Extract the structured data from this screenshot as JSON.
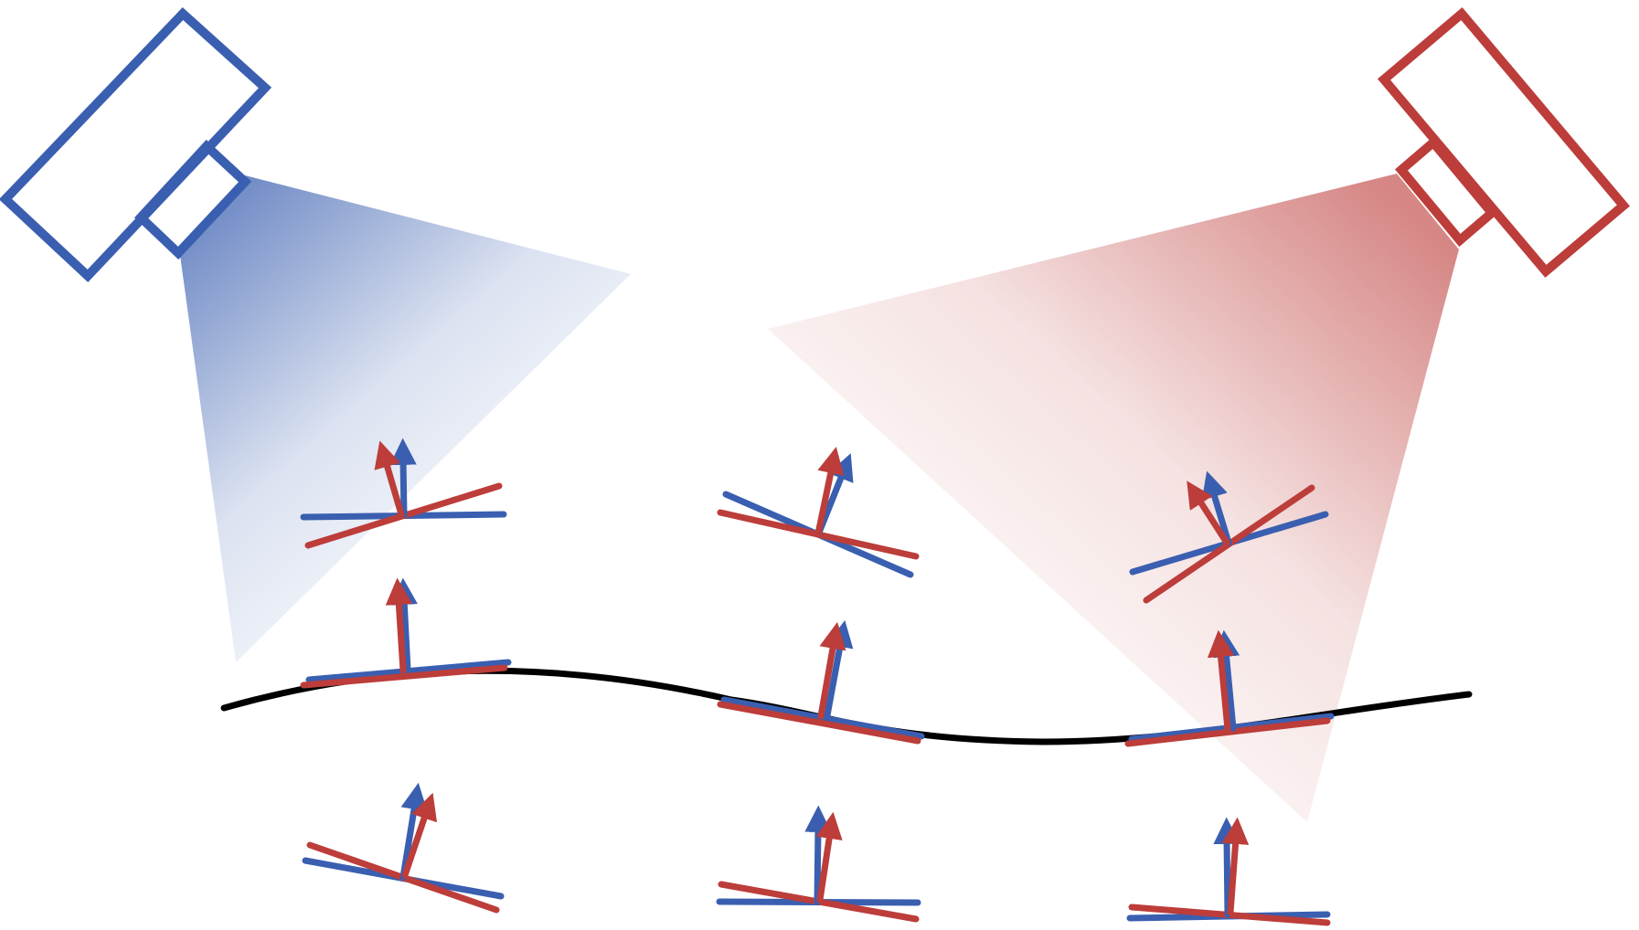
{
  "colors": {
    "blue": "#3a5fb0",
    "red": "#bc3d3a",
    "curve": "#000000",
    "background": "#ffffff"
  },
  "cameras": [
    {
      "name": "camera-left",
      "color_key": "blue",
      "icon": "camera-icon"
    },
    {
      "name": "camera-right",
      "color_key": "red",
      "icon": "camera-icon"
    }
  ],
  "surface": {
    "name": "surface-curve",
    "icon": "curve"
  },
  "rows": [
    {
      "name": "estimates-above",
      "glyphs": 3
    },
    {
      "name": "estimates-on-surface",
      "glyphs": 3
    },
    {
      "name": "estimates-below",
      "glyphs": 3
    }
  ]
}
